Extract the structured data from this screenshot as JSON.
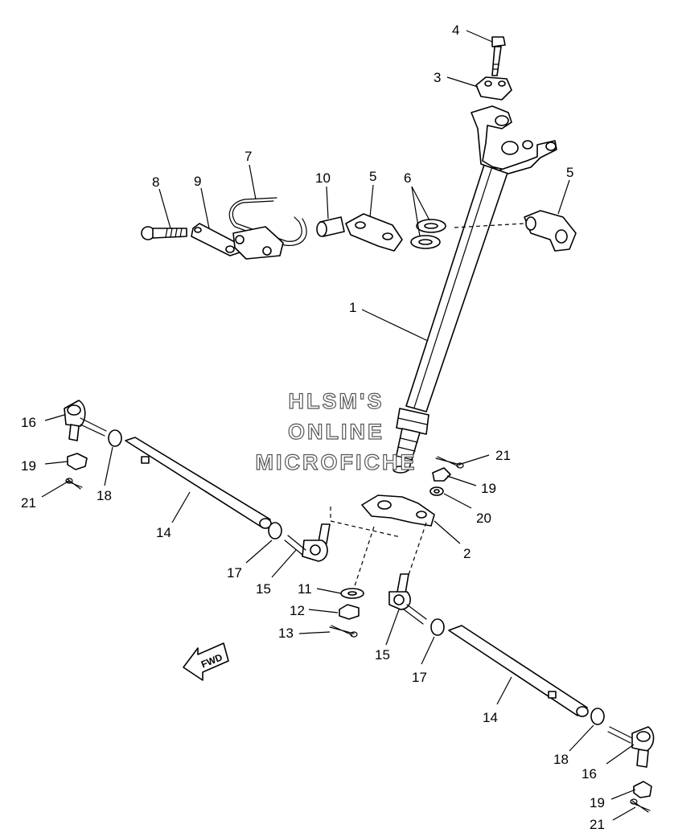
{
  "watermark": {
    "lines": [
      "HLSM'S",
      "ONLINE",
      "MICROFICHE"
    ],
    "color": "#555555"
  },
  "direction_badge": "FWD",
  "callouts": [
    {
      "key": "c4",
      "text": "4"
    },
    {
      "key": "c3",
      "text": "3"
    },
    {
      "key": "c7",
      "text": "7"
    },
    {
      "key": "c8",
      "text": "8"
    },
    {
      "key": "c9",
      "text": "9"
    },
    {
      "key": "c10",
      "text": "10"
    },
    {
      "key": "c5a",
      "text": "5"
    },
    {
      "key": "c6",
      "text": "6"
    },
    {
      "key": "c5b",
      "text": "5"
    },
    {
      "key": "c1",
      "text": "1"
    },
    {
      "key": "c16a",
      "text": "16"
    },
    {
      "key": "c19a",
      "text": "19"
    },
    {
      "key": "c21a",
      "text": "21"
    },
    {
      "key": "c18a",
      "text": "18"
    },
    {
      "key": "c14a",
      "text": "14"
    },
    {
      "key": "c17a",
      "text": "17"
    },
    {
      "key": "c15a",
      "text": "15"
    },
    {
      "key": "c21b",
      "text": "21"
    },
    {
      "key": "c19b",
      "text": "19"
    },
    {
      "key": "c20",
      "text": "20"
    },
    {
      "key": "c2",
      "text": "2"
    },
    {
      "key": "c11",
      "text": "11"
    },
    {
      "key": "c12",
      "text": "12"
    },
    {
      "key": "c13",
      "text": "13"
    },
    {
      "key": "c15b",
      "text": "15"
    },
    {
      "key": "c17b",
      "text": "17"
    },
    {
      "key": "c14b",
      "text": "14"
    },
    {
      "key": "c18b",
      "text": "18"
    },
    {
      "key": "c16b",
      "text": "16"
    },
    {
      "key": "c19c",
      "text": "19"
    },
    {
      "key": "c21c",
      "text": "21"
    }
  ]
}
